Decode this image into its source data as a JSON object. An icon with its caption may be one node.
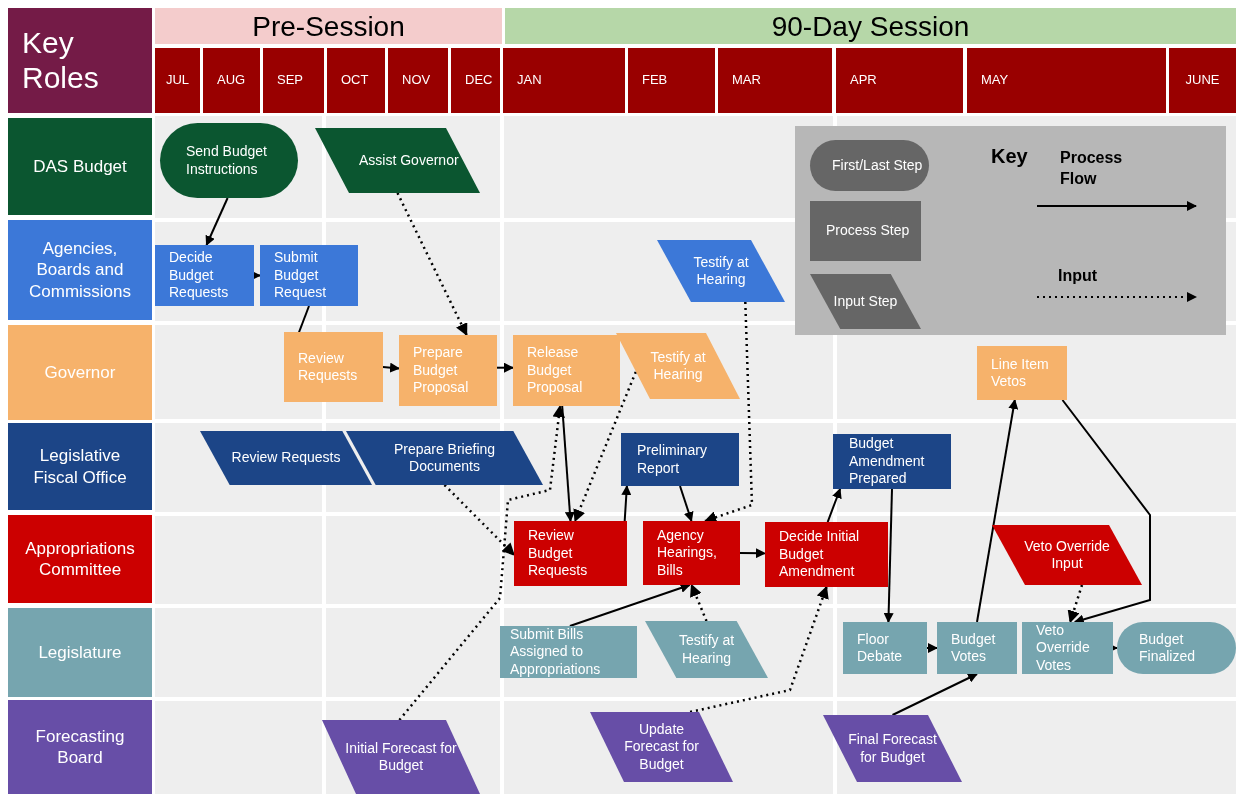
{
  "diagram": {
    "nodes": [
      {
        "text": [
          "Key Roles"
        ]
      },
      {
        "text": [
          "Pre-Session"
        ]
      },
      {
        "text": [
          "90-Day Session"
        ]
      },
      {
        "text": [
          "JUL"
        ]
      },
      {
        "text": [
          "AUG"
        ]
      },
      {
        "text": [
          "SEP"
        ]
      },
      {
        "text": [
          "OCT"
        ]
      },
      {
        "text": [
          "NOV"
        ]
      },
      {
        "text": [
          "DEC"
        ]
      },
      {
        "text": [
          "JAN"
        ]
      },
      {
        "text": [
          "FEB"
        ]
      },
      {
        "text": [
          "MAR"
        ]
      },
      {
        "text": [
          "APR"
        ]
      },
      {
        "text": [
          "MAY"
        ]
      },
      {
        "text": [
          "JUNE"
        ]
      },
      {
        "text": [
          "DAS Budget"
        ]
      },
      {
        "text": [
          "Agencies, Boards and Commissions"
        ]
      },
      {
        "text": [
          "Governor"
        ]
      },
      {
        "text": [
          "Legislative Fiscal Office"
        ]
      },
      {
        "text": [
          "Appropriations Committee"
        ]
      },
      {
        "text": [
          "Legislature"
        ]
      },
      {
        "text": [
          "Forecasting Board"
        ]
      },
      {
        "text": [
          "Send Budget Instructions"
        ]
      },
      {
        "text": [
          "Assist Governor"
        ]
      },
      {
        "text": [
          "Decide Budget Requests"
        ]
      },
      {
        "text": [
          "Submit Budget Request"
        ]
      },
      {
        "text": [
          "Testify at Hearing"
        ]
      },
      {
        "text": [
          "Review Requests"
        ]
      },
      {
        "text": [
          "Prepare Budget Proposal"
        ]
      },
      {
        "text": [
          "Release Budget Proposal"
        ]
      },
      {
        "text": [
          "Testify at Hearing"
        ]
      },
      {
        "text": [
          "Line Item Vetos"
        ]
      },
      {
        "text": [
          "Review Requests"
        ]
      },
      {
        "text": [
          "Prepare Briefing Documents"
        ]
      },
      {
        "text": [
          "Preliminary Report"
        ]
      },
      {
        "text": [
          "Budget Amendment Prepared"
        ]
      },
      {
        "text": [
          "Review Budget Requests"
        ]
      },
      {
        "text": [
          "Agency Hearings, Bills"
        ]
      },
      {
        "text": [
          "Decide Initial Budget Amendment"
        ]
      },
      {
        "text": [
          "Veto Override Input"
        ]
      },
      {
        "text": [
          "Submit Bills Assigned to Appropriations"
        ]
      },
      {
        "text": [
          "Testify at Hearing"
        ]
      },
      {
        "text": [
          "Floor Debate"
        ]
      },
      {
        "text": [
          "Budget Votes"
        ]
      },
      {
        "text": [
          "Veto Override Votes"
        ]
      },
      {
        "text": [
          "Budget Finalized"
        ]
      },
      {
        "text": [
          "Initial Forecast for Budget"
        ]
      },
      {
        "text": [
          "Update Forecast for Budget"
        ]
      },
      {
        "text": [
          "Final Forecast for Budget"
        ]
      },
      {
        "text": [
          "Key"
        ]
      },
      {
        "text": [
          "First/Last Step"
        ],
        "in": 49
      },
      {
        "text": [
          "Process Step"
        ],
        "in": 49
      },
      {
        "text": [
          "Input Step"
        ],
        "in": 49
      }
    ],
    "edges": [
      {
        "from": 22,
        "to": 24,
        "arrow": "to"
      },
      {
        "from": 24,
        "to": 25,
        "arrow": "to"
      },
      {
        "from": 25,
        "to": 27,
        "arrow": "to"
      },
      {
        "from": 27,
        "to": 28,
        "arrow": "to"
      },
      {
        "from": 28,
        "to": 29,
        "arrow": "to"
      },
      {
        "from": 29,
        "to": 36,
        "arrow": "to"
      },
      {
        "from": 36,
        "to": 34,
        "arrow": "to"
      },
      {
        "from": 34,
        "to": 37,
        "arrow": "to"
      },
      {
        "from": 37,
        "to": 38,
        "arrow": "to"
      },
      {
        "from": 38,
        "to": 35,
        "arrow": "to"
      },
      {
        "from": 35,
        "to": 42,
        "arrow": "to"
      },
      {
        "from": 42,
        "to": 43,
        "arrow": "to"
      },
      {
        "from": 43,
        "to": 31,
        "arrow": "to"
      },
      {
        "from": 31,
        "to": 44,
        "arrow": "to"
      },
      {
        "from": 44,
        "to": 45,
        "arrow": "to"
      },
      {
        "from": 40,
        "to": 37,
        "arrow": "to"
      },
      {
        "from": 48,
        "to": 43,
        "arrow": "to"
      },
      {
        "from": 23,
        "to": 28,
        "arrow": "to",
        "style": "dashed"
      },
      {
        "from": 26,
        "to": 37,
        "arrow": "to",
        "style": "dashed"
      },
      {
        "from": 30,
        "to": 36,
        "arrow": "to",
        "style": "dashed"
      },
      {
        "from": 33,
        "to": 36,
        "arrow": "to",
        "style": "dashed"
      },
      {
        "from": 46,
        "to": 29,
        "arrow": "to",
        "style": "dashed"
      },
      {
        "from": 41,
        "to": 37,
        "arrow": "to",
        "style": "dashed"
      },
      {
        "from": 47,
        "to": 38,
        "arrow": "to",
        "style": "dashed"
      },
      {
        "from": 39,
        "to": 44,
        "arrow": "to",
        "style": "dashed"
      }
    ],
    "legend": [
      {
        "text": "Process Flow"
      },
      {
        "text": "Input"
      }
    ]
  }
}
